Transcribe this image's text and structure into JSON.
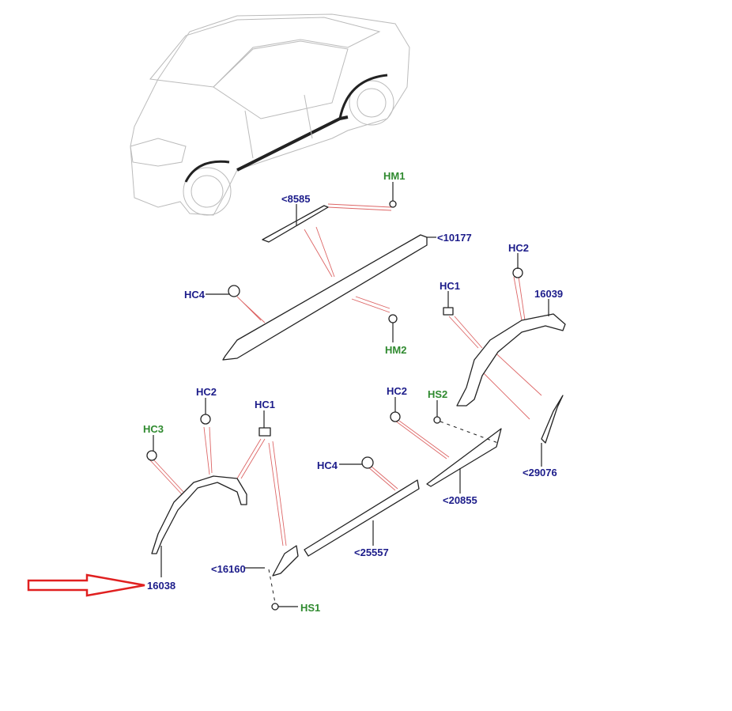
{
  "diagram": {
    "title": "Side body moulding and wheel arch trim parts",
    "labels": {
      "hm1": "HM1",
      "p8585": "<8585",
      "p10177": "<10177",
      "hc4_top": "HC4",
      "hm2": "HM2",
      "hc1_right": "HC1",
      "hc2_right": "HC2",
      "p16039": "16039",
      "hc2_mid": "HC2",
      "hs2": "HS2",
      "hc2_left": "HC2",
      "hc1_left": "HC1",
      "hc3": "HC3",
      "hc4_mid": "HC4",
      "p20855": "<20855",
      "p29076": "<29076",
      "p25557": "<25557",
      "p16160": "<16160",
      "p16038": "16038",
      "hs1": "HS1"
    },
    "colors": {
      "part_number": "#1c1c8a",
      "fastener_code": "#2f8a2f",
      "highlight_arrow": "#e02020",
      "leader_lines": "#dd6666"
    },
    "highlighted_part": "16038"
  }
}
